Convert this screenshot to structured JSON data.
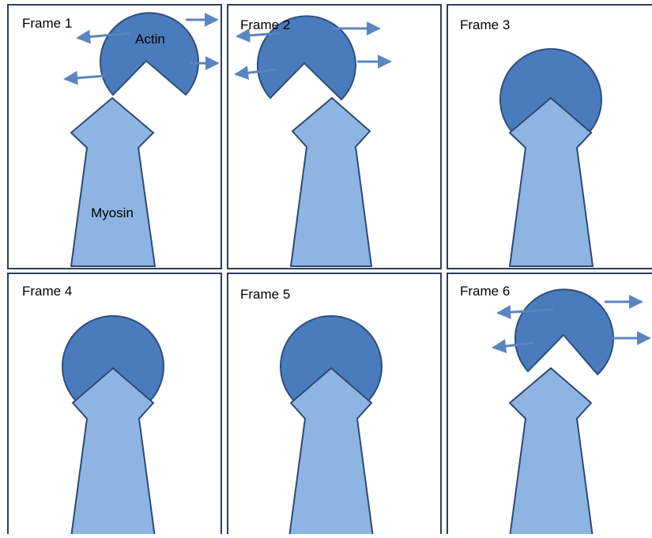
{
  "frames": [
    {
      "title": "Frame 1",
      "actin_label": "Actin",
      "myosin_label": "Myosin",
      "bound": false,
      "arrows": true
    },
    {
      "title": "Frame 2",
      "actin_label": "",
      "myosin_label": "",
      "bound": false,
      "arrows": true
    },
    {
      "title": "Frame 3",
      "actin_label": "",
      "myosin_label": "",
      "bound": true,
      "arrows": false
    },
    {
      "title": "Frame 4",
      "actin_label": "",
      "myosin_label": "",
      "bound": true,
      "arrows": false
    },
    {
      "title": "Frame 5",
      "actin_label": "",
      "myosin_label": "",
      "bound": true,
      "arrows": false
    },
    {
      "title": "Frame 6",
      "actin_label": "",
      "myosin_label": "",
      "bound": false,
      "arrows": true
    }
  ],
  "colors": {
    "frame_border": "#2f3f5c",
    "actin_fill": "#4a7bbd",
    "actin_stroke": "#2d4f7d",
    "myosin_fill": "#8eb4e3",
    "myosin_stroke": "#2f4a72",
    "arrow": "#5b85c0"
  }
}
